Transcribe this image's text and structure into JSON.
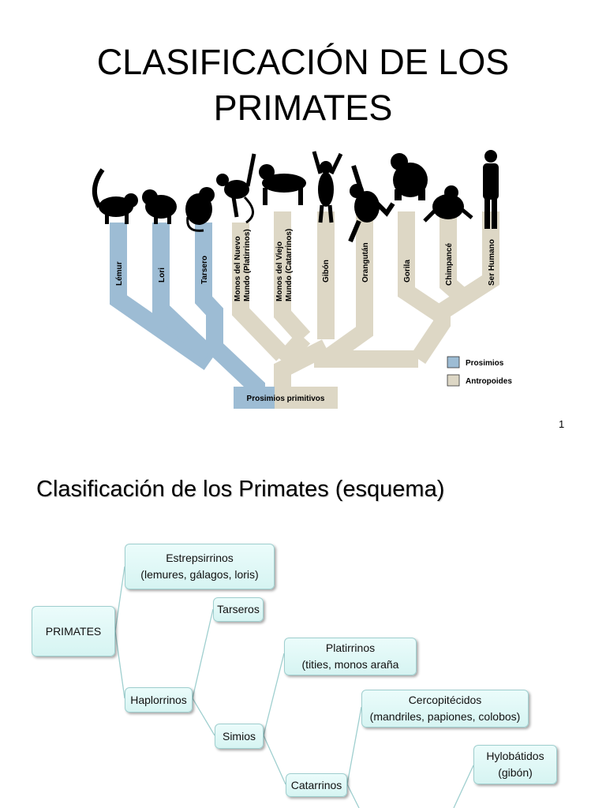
{
  "slide1": {
    "title_line1": "CLASIFICACIÓN DE LOS",
    "title_line2": "PRIMATES",
    "branches": [
      {
        "label": "Lémur"
      },
      {
        "label": "Lori"
      },
      {
        "label": "Tarsero"
      },
      {
        "label": "Monos del Nuevo",
        "label2": "Mundo (Platirrinos)"
      },
      {
        "label": "Monos del Viejo",
        "label2": "Mundo (Catarrinos)"
      },
      {
        "label": "Gibón"
      },
      {
        "label": "Orangután"
      },
      {
        "label": "Gorila"
      },
      {
        "label": "Chimpancé"
      },
      {
        "label": "Ser Humano"
      }
    ],
    "root_label": "Prosimios primitivos",
    "legend": [
      {
        "label": "Prosimios",
        "color": "#9dbcd4"
      },
      {
        "label": "Antropoides",
        "color": "#ddd7c5"
      }
    ],
    "page_number": "1"
  },
  "slide2": {
    "title": "Clasificación de los Primates (esquema)",
    "nodes": {
      "primates": {
        "line1": "PRIMATES"
      },
      "estrepsirrinos": {
        "line1": "Estrepsirrinos",
        "line2": "(lemures, gálagos, loris)"
      },
      "haplorrinos": {
        "line1": "Haplorrinos"
      },
      "tarseros": {
        "line1": "Tarseros"
      },
      "simios": {
        "line1": "Simios"
      },
      "platirrinos": {
        "line1": "Platirrinos",
        "line2": "(tities, monos araña"
      },
      "catarrinos": {
        "line1": "Catarrinos"
      },
      "cercopitecidos": {
        "line1": "Cercopitécidos",
        "line2": "(mandriles, papiones, colobos)"
      },
      "hylobatidos": {
        "line1": "Hylobátidos",
        "line2": "(gibón)"
      }
    }
  }
}
